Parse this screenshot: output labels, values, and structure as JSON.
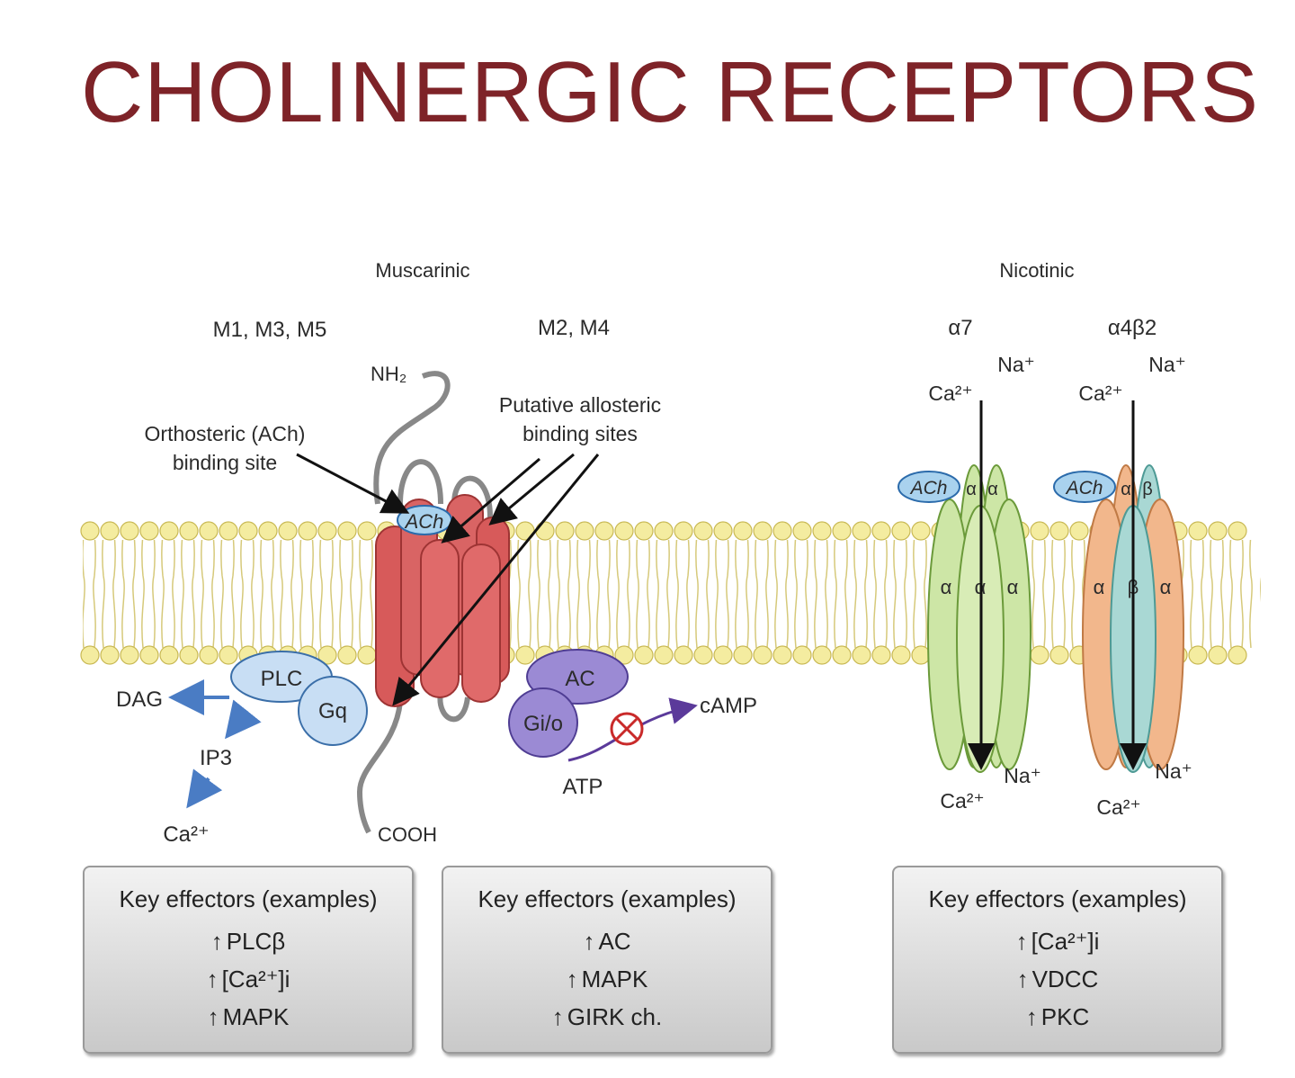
{
  "title": "CHOLINERGIC RECEPTORS",
  "labels": {
    "muscarinic": "Muscarinic",
    "nicotinic": "Nicotinic",
    "m135": "M1, M3, M5",
    "m24": "M2, M4",
    "a7": "α7",
    "a4b2": "α4β2",
    "nh2": "NH₂",
    "cooh": "COOH",
    "orthosteric_1": "Orthosteric (ACh)",
    "orthosteric_2": "binding site",
    "allosteric_1": "Putative allosteric",
    "allosteric_2": "binding sites",
    "ach": "ACh",
    "plc": "PLC",
    "gq": "Gq",
    "dag": "DAG",
    "ip3": "IP3",
    "ca": "Ca²⁺",
    "na": "Na⁺",
    "ac": "AC",
    "gio": "Gi/o",
    "camp": "cAMP",
    "atp": "ATP",
    "alpha": "α",
    "beta": "β"
  },
  "effector_boxes": [
    {
      "heading": "Key effectors (examples)",
      "items": [
        "PLCβ",
        "[Ca²⁺]i",
        "MAPK"
      ]
    },
    {
      "heading": "Key effectors (examples)",
      "items": [
        "AC",
        "MAPK",
        "GIRK ch."
      ]
    },
    {
      "heading": "Key effectors (examples)",
      "items": [
        "[Ca²⁺]i",
        "VDCC",
        "PKC"
      ]
    }
  ],
  "colors": {
    "title": "#7e2328",
    "membrane": "#f4eca0",
    "receptor": "#d75a5a",
    "nicotinic_green": "#cde6a6",
    "nicotinic_orange": "#f2b78c",
    "nicotinic_teal": "#a9d8d4",
    "plc_blue": "#bcd8f2",
    "ac_purple": "#9b8ad4"
  },
  "icons": [
    "up-arrow-icon",
    "blocked-icon"
  ]
}
